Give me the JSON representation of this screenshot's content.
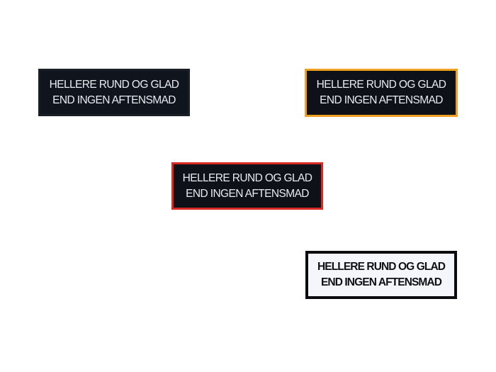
{
  "patches": [
    {
      "line1": "HELLERE RUND OG GLAD",
      "line2": "END INGEN AFTENSMAD",
      "background": "#10141c",
      "border": "#1a1e26",
      "text_color": "#e8ecf2"
    },
    {
      "line1": "HELLERE RUND OG GLAD",
      "line2": "END INGEN AFTENSMAD",
      "background": "#0e1118",
      "border": "#f0a020",
      "text_color": "#e8ecf2"
    },
    {
      "line1": "HELLERE RUND OG GLAD",
      "line2": "END INGEN AFTENSMAD",
      "background": "#0e1118",
      "border": "#d82a22",
      "text_color": "#e8ecf2"
    },
    {
      "line1": "HELLERE RUND OG GLAD",
      "line2": "END INGEN AFTENSMAD",
      "background": "#f4f6fb",
      "border": "#0c0c10",
      "text_color": "#101014"
    }
  ]
}
